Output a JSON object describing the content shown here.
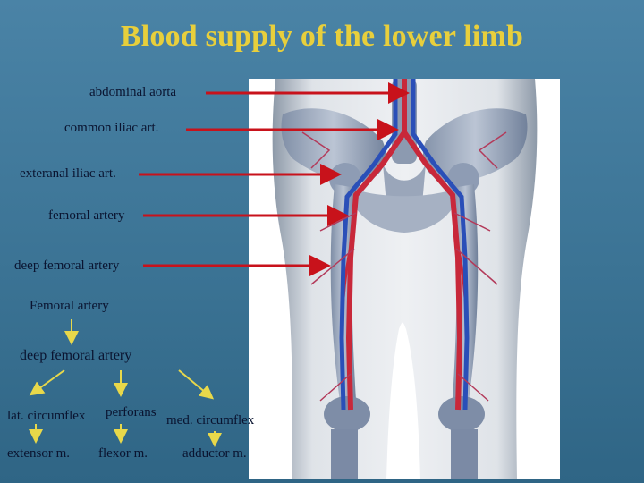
{
  "title": "Blood supply of the lower limb",
  "labels": {
    "abdominal_aorta": "abdominal aorta",
    "common_iliac": "common iliac art.",
    "external_iliac": "exteranal iliac art.",
    "femoral_artery": "femoral artery",
    "deep_femoral_artery": "deep femoral artery"
  },
  "tree": {
    "root": "Femoral artery",
    "child": "deep femoral artery",
    "branches": [
      "lat. circumflex",
      "perforans",
      "med. circumflex"
    ],
    "muscles": [
      "extensor m.",
      "flexor m.",
      "adductor m."
    ]
  },
  "colors": {
    "title": "#e8cf3c",
    "arrow_red": "#c8121b",
    "artery": "#c8283a",
    "vein": "#2a4fb8",
    "flow_arrow": "#e8d84a"
  },
  "icons": [
    "red-pointer-arrow",
    "yellow-flow-arrow"
  ]
}
